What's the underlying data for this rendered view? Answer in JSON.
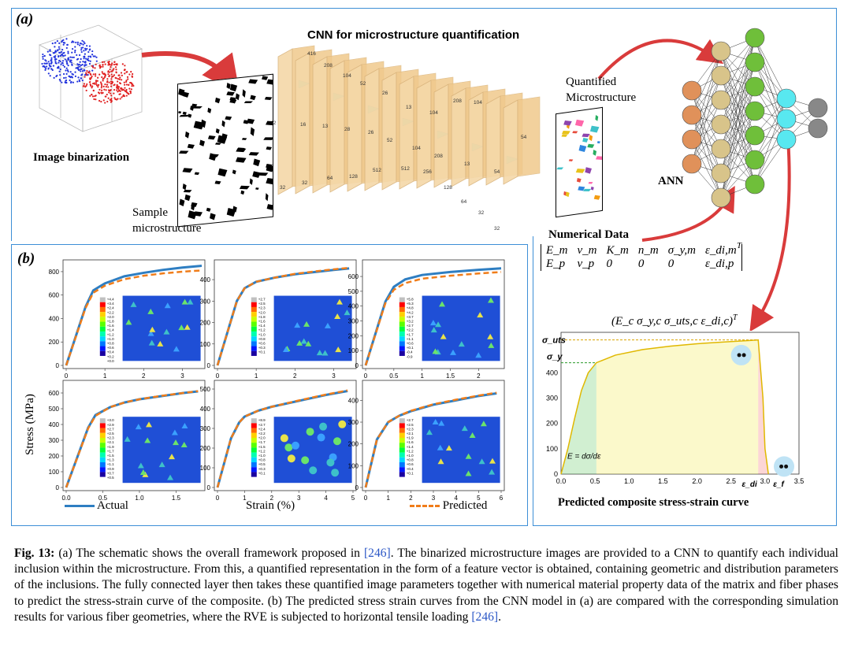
{
  "figure": {
    "panel_a_label": "(a)",
    "panel_b_label": "(b)",
    "cnn_title": "CNN for microstructure quantification",
    "image_binarization": "Image binarization",
    "sample_label": "Sample",
    "sample_label2": "microstructure",
    "quantified_label": "Quantified",
    "quantified_label2": "Microstructure",
    "ann_label": "ANN",
    "numerical_data_label": "Numerical Data",
    "matrix_row1": [
      "E_m",
      "ν_m",
      "K_m",
      "n_m",
      "σ_y,m",
      "ε_di,m"
    ],
    "matrix_row2": [
      "E_p",
      "ν_p",
      "0",
      "0",
      "0",
      "ε_di,p"
    ],
    "output_vector": "(E_c  σ_y,c  σ_uts,c  ε_di,c)",
    "output_sup": "T",
    "stress_axis_label": "Stress (MPa)",
    "strain_axis_label": "Strain (%)",
    "legend_actual": "Actual",
    "legend_predicted": "Predicted",
    "predicted_curve_title": "Predicted composite stress-strain curve",
    "cnn_numbers": [
      "416",
      "208",
      "104",
      "52",
      "26",
      "13",
      "104",
      "208",
      "104",
      "52",
      "16",
      "13",
      "28",
      "26",
      "52",
      "104",
      "208",
      "13",
      "54",
      "54",
      "32",
      "32",
      "64",
      "128",
      "512",
      "512",
      "256",
      "128",
      "64",
      "32",
      "32"
    ],
    "colorbar_colors": [
      "#c0c0c0",
      "#ff0000",
      "#ff6a00",
      "#ffd000",
      "#c8ff00",
      "#5aff00",
      "#00ff3a",
      "#00ffb0",
      "#00d8ff",
      "#0077ff",
      "#0016ff",
      "#1a00a0"
    ]
  },
  "chart_data": [
    {
      "type": "line",
      "panel": "b1",
      "x_ticks": [
        "0",
        "1",
        "2",
        "3"
      ],
      "y_ticks": [
        "0",
        "200",
        "400",
        "600",
        "800"
      ],
      "xlim": [
        0,
        3.5
      ],
      "ylim": [
        0,
        860
      ],
      "series": [
        {
          "name": "Actual",
          "x": [
            0,
            0.5,
            0.7,
            1,
            1.5,
            2,
            2.5,
            3,
            3.5
          ],
          "y": [
            0,
            500,
            640,
            700,
            760,
            790,
            815,
            835,
            850
          ]
        },
        {
          "name": "Predicted",
          "x": [
            0,
            0.5,
            0.7,
            1,
            1.5,
            2,
            2.5,
            3,
            3.5
          ],
          "y": [
            0,
            490,
            620,
            680,
            735,
            765,
            785,
            800,
            810
          ]
        }
      ],
      "colorbar_labels": [
        "+4.4",
        "+3.4",
        "+2.4",
        "+2.2",
        "+2.0",
        "+1.8",
        "+1.6",
        "+1.4",
        "+1.2",
        "+1.0",
        "+0.8",
        "+0.6",
        "+0.4",
        "+0.2",
        "+0.0"
      ]
    },
    {
      "type": "line",
      "panel": "b2",
      "x_ticks": [
        "0",
        "1",
        "2",
        "3"
      ],
      "y_ticks": [
        "0",
        "100",
        "200",
        "300",
        "400"
      ],
      "xlim": [
        0,
        3.5
      ],
      "ylim": [
        0,
        470
      ],
      "series": [
        {
          "name": "Actual",
          "x": [
            0,
            0.5,
            0.7,
            1,
            1.5,
            2,
            2.5,
            3,
            3.4
          ],
          "y": [
            0,
            300,
            360,
            390,
            410,
            425,
            435,
            445,
            452
          ]
        },
        {
          "name": "Predicted",
          "x": [
            0,
            0.5,
            0.7,
            1,
            1.5,
            2,
            2.5,
            3,
            3.4
          ],
          "y": [
            0,
            300,
            360,
            390,
            410,
            427,
            438,
            448,
            455
          ]
        }
      ],
      "colorbar_labels": [
        "+2.7",
        "+2.5",
        "+2.3",
        "+2.0",
        "+1.8",
        "+1.6",
        "+1.4",
        "+1.2",
        "+1.0",
        "+0.8",
        "+0.6",
        "+0.3",
        "+0.1"
      ]
    },
    {
      "type": "line",
      "panel": "b3",
      "x_ticks": [
        "0",
        "0.5",
        "1",
        "1.5",
        "2"
      ],
      "y_ticks": [
        "0",
        "100",
        "200",
        "300",
        "400",
        "500",
        "600"
      ],
      "xlim": [
        0,
        2.4
      ],
      "ylim": [
        0,
        680
      ],
      "series": [
        {
          "name": "Actual",
          "x": [
            0,
            0.35,
            0.5,
            0.7,
            1,
            1.5,
            2,
            2.4
          ],
          "y": [
            0,
            430,
            530,
            580,
            610,
            630,
            645,
            655
          ]
        },
        {
          "name": "Predicted",
          "x": [
            0,
            0.35,
            0.5,
            0.7,
            1,
            1.5,
            2,
            2.4
          ],
          "y": [
            0,
            420,
            510,
            555,
            585,
            605,
            620,
            630
          ]
        }
      ],
      "colorbar_labels": [
        "+5.8",
        "+5.3",
        "+4.8",
        "+4.2",
        "+3.7",
        "+3.2",
        "+2.7",
        "+2.2",
        "+1.7",
        "+1.1",
        "+0.6",
        "+0.1",
        "-0.4",
        "-0.9"
      ]
    },
    {
      "type": "line",
      "panel": "b4",
      "x_ticks": [
        "0.0",
        "0.5",
        "1.0",
        "1.5"
      ],
      "y_ticks": [
        "0",
        "100",
        "200",
        "300",
        "400",
        "500",
        "600"
      ],
      "xlim": [
        0,
        1.85
      ],
      "ylim": [
        0,
        650
      ],
      "series": [
        {
          "name": "Actual",
          "x": [
            0,
            0.3,
            0.4,
            0.6,
            0.8,
            1,
            1.3,
            1.6,
            1.8
          ],
          "y": [
            0,
            380,
            460,
            510,
            540,
            560,
            580,
            600,
            610
          ]
        },
        {
          "name": "Predicted",
          "x": [
            0,
            0.3,
            0.4,
            0.6,
            0.8,
            1,
            1.3,
            1.6,
            1.8
          ],
          "y": [
            0,
            375,
            455,
            510,
            540,
            560,
            582,
            600,
            612
          ]
        }
      ],
      "colorbar_labels": [
        "+3.0",
        "+2.9",
        "+2.7",
        "+2.5",
        "+2.3",
        "+2.1",
        "+1.9",
        "+1.7",
        "+1.5",
        "+1.3",
        "+1.1",
        "+0.9",
        "+0.7",
        "+0.5"
      ]
    },
    {
      "type": "line",
      "panel": "b5",
      "x_ticks": [
        "0",
        "1",
        "2",
        "3",
        "4",
        "5"
      ],
      "y_ticks": [
        "0",
        "100",
        "200",
        "300",
        "400",
        "500"
      ],
      "xlim": [
        0,
        5
      ],
      "ylim": [
        0,
        520
      ],
      "series": [
        {
          "name": "Actual",
          "x": [
            0,
            0.5,
            0.8,
            1,
            1.5,
            2,
            3,
            4,
            4.8
          ],
          "y": [
            0,
            250,
            330,
            360,
            390,
            410,
            440,
            470,
            490
          ]
        },
        {
          "name": "Predicted",
          "x": [
            0,
            0.5,
            0.8,
            1,
            1.5,
            2,
            3,
            4,
            4.8
          ],
          "y": [
            0,
            250,
            330,
            360,
            390,
            410,
            442,
            472,
            493
          ]
        }
      ],
      "colorbar_labels": [
        "+8.9",
        "+2.7",
        "+2.4",
        "+2.2",
        "+2.0",
        "+1.7",
        "+1.5",
        "+1.2",
        "+1.0",
        "+0.8",
        "+0.5",
        "+0.3",
        "+0.1"
      ]
    },
    {
      "type": "line",
      "panel": "b6",
      "x_ticks": [
        "0",
        "1",
        "2",
        "3",
        "4",
        "5",
        "6"
      ],
      "y_ticks": [
        "0",
        "100",
        "200",
        "300",
        "400"
      ],
      "xlim": [
        0,
        6
      ],
      "ylim": [
        0,
        470
      ],
      "series": [
        {
          "name": "Actual",
          "x": [
            0,
            0.5,
            1,
            1.5,
            2,
            3,
            4,
            5,
            5.8
          ],
          "y": [
            0,
            220,
            300,
            330,
            350,
            380,
            400,
            420,
            432
          ]
        },
        {
          "name": "Predicted",
          "x": [
            0,
            0.5,
            1,
            1.5,
            2,
            3,
            4,
            5,
            5.8
          ],
          "y": [
            0,
            220,
            300,
            330,
            352,
            382,
            403,
            422,
            435
          ]
        }
      ],
      "colorbar_labels": [
        "+2.7",
        "+2.5",
        "+2.3",
        "+2.1",
        "+1.9",
        "+1.6",
        "+1.4",
        "+1.2",
        "+1.0",
        "+0.8",
        "+0.6",
        "+0.4",
        "+0.1"
      ]
    },
    {
      "type": "line",
      "panel": "predicted-composite",
      "title": "Predicted composite stress-strain curve",
      "x_ticks": [
        "0.0",
        "0.5",
        "1.0",
        "1.5",
        "2.0",
        "2.5",
        "3.0",
        "3.5"
      ],
      "y_ticks": [
        "0",
        "100",
        "200",
        "300",
        "400"
      ],
      "xlim": [
        0,
        3.5
      ],
      "ylim": [
        0,
        560
      ],
      "series": [
        {
          "x": [
            0,
            0.1,
            0.2,
            0.3,
            0.4,
            0.52,
            0.8,
            1.2,
            1.6,
            2,
            2.4,
            2.8,
            2.9,
            2.97,
            3.0,
            3.05
          ],
          "y": [
            0,
            100,
            220,
            330,
            400,
            440,
            470,
            492,
            505,
            515,
            522,
            528,
            530,
            300,
            100,
            0
          ]
        }
      ],
      "annotations": [
        "σ_uts",
        "σ_y",
        "E = dσ/dε",
        "ε_di",
        "ε_f"
      ]
    }
  ],
  "caption": {
    "label": "Fig. 13:",
    "part1": " (a) The schematic shows the overall framework proposed in ",
    "ref": "[246]",
    "part2": ". The binarized microstructure images are provided to a CNN to quantify each individual inclusion within the microstructure. From this, a quantified representation in the form of a feature vector is obtained, containing geometric and distribution parameters of the inclusions. The fully connected layer then takes these quantified image parameters together with numerical material property data of the matrix and fiber phases to predict the stress-strain curve of the composite. (b) The predicted stress strain curves from the CNN model in (a) are compared with the corresponding simulation results for various fiber geometries, where the RVE is subjected to horizontal tensile loading ",
    "ref2": "[246]",
    "end": "."
  }
}
